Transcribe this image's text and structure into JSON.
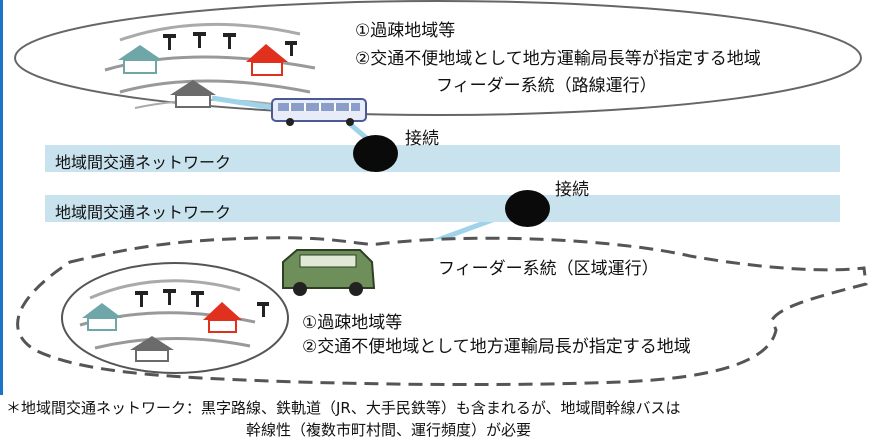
{
  "top_cluster": {
    "condition_1": "①過疎地域等",
    "condition_2": "②交通不便地域として地方運輸局長等が指定する地域",
    "feeder_label": "フィーダー系統（路線運行）"
  },
  "network_1": {
    "label": "地域間交通ネットワーク",
    "connect_label": "接続"
  },
  "network_2": {
    "label": "地域間交通ネットワーク",
    "connect_label": "接続"
  },
  "bottom_cluster": {
    "feeder_label": "フィーダー系統（区域運行）",
    "condition_1": "①過疎地域等",
    "condition_2": "②交通不便地域として地方運輸局長が指定する地域"
  },
  "footnote": {
    "line1": "＊地域間交通ネットワーク：黒字路線、鉄軌道（JR、大手民鉄等）も含まれるが、地域間幹線バスは",
    "line2": "幹線性（複数市町村間、運行頻度）が必要"
  },
  "colors": {
    "band": "#c9e3ee",
    "connector_line": "#9fd3ea",
    "house_red": "#e0301e",
    "house_teal": "#6fa6a8",
    "house_gray": "#6b6b6b",
    "bus": "#8a9ec9",
    "van": "#6f8f5a",
    "accent_left": "#1a73c8"
  }
}
